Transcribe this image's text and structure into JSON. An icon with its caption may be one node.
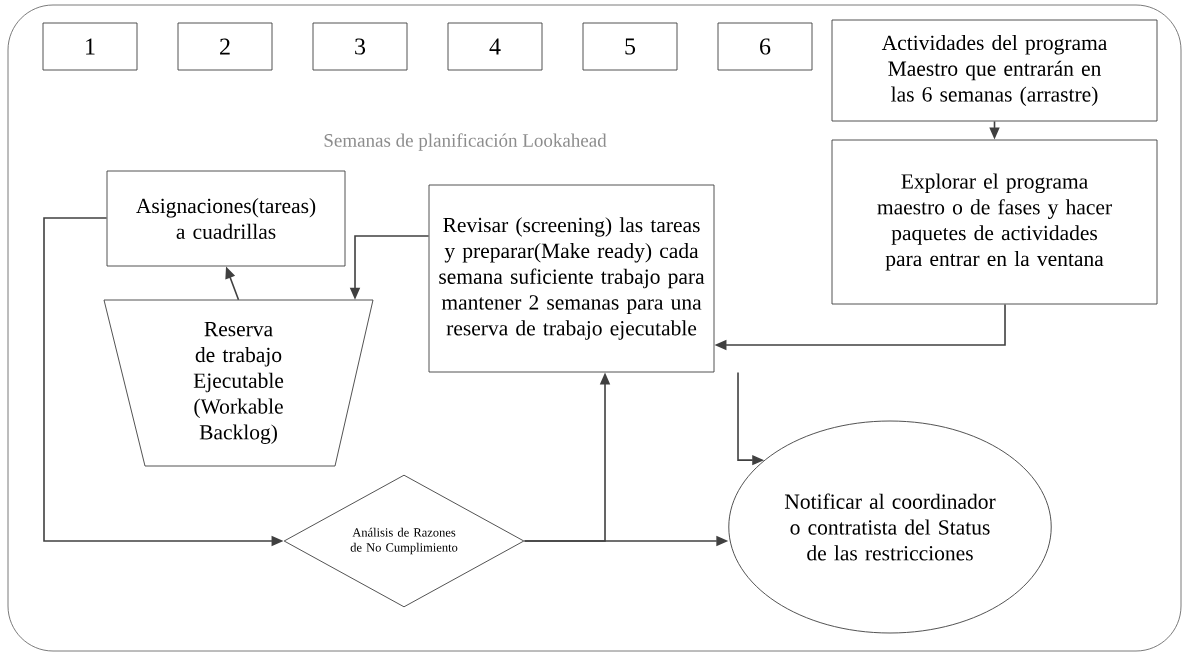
{
  "diagram": {
    "nodes": [
      {
        "text": [
          "1"
        ]
      },
      {
        "text": [
          "2"
        ]
      },
      {
        "text": [
          "3"
        ]
      },
      {
        "text": [
          "4"
        ]
      },
      {
        "text": [
          "5"
        ]
      },
      {
        "text": [
          "6"
        ]
      },
      {
        "text": [
          "Actividades del programa Maestro que entrarán en las 6 semanas (arrastre)"
        ]
      },
      {
        "text": [
          "Explorar el programa maestro o de fases y hacer paquetes de actividades para entrar en la ventana"
        ]
      },
      {
        "text": [
          "Asignaciones(tareas) a cuadrillas"
        ]
      },
      {
        "text": [
          "Revisar (screening) las tareas y preparar(Make ready) cada semana suficiente trabajo para mantener 2 semanas para una reserva de trabajo ejecutable"
        ]
      },
      {
        "text": [
          "Reserva de trabajo Ejecutable (Workable Backlog)"
        ]
      },
      {
        "text": [
          "Análisis de Razones de No Cumplimiento"
        ]
      },
      {
        "text": [
          "Notificar al coordinador o contratista del Status de las restricciones"
        ]
      }
    ],
    "edges": [
      {
        "from": 6,
        "to": 7,
        "arrow": "to"
      },
      {
        "from": 7,
        "to": 9,
        "arrow": "to"
      },
      {
        "from": 9,
        "to": 10,
        "arrow": "to"
      },
      {
        "from": 10,
        "to": 8,
        "arrow": "to"
      },
      {
        "from": 8,
        "to": 11,
        "arrow": "to"
      },
      {
        "from": 11,
        "to": 9,
        "arrow": "to"
      },
      {
        "from": 11,
        "to": 12,
        "arrow": "to"
      },
      {
        "from": 9,
        "to": 12,
        "arrow": "to"
      }
    ],
    "labels": [
      "Semanas de planificación Lookahead"
    ]
  }
}
